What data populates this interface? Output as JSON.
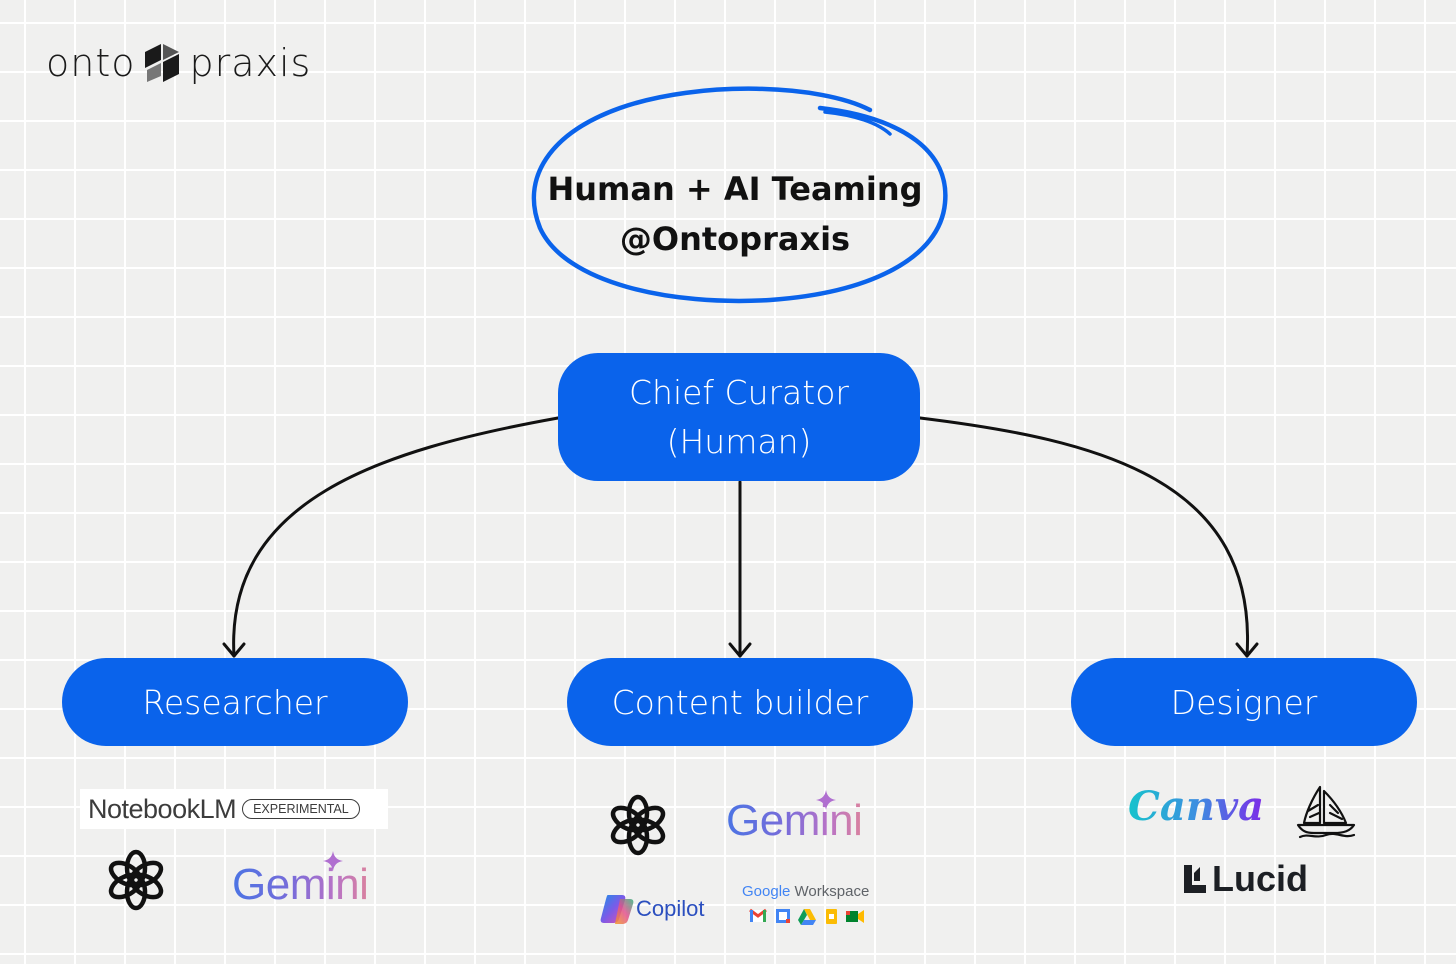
{
  "logo": {
    "left_text": "onto",
    "right_text": "praxis",
    "icon": "ontopraxis-cube-logo"
  },
  "title": {
    "line1": "Human + AI Teaming",
    "line2": "@Ontopraxis"
  },
  "nodes": {
    "chief": {
      "line1": "Chief Curator",
      "line2": "(Human)"
    },
    "researcher": "Researcher",
    "content_builder": "Content builder",
    "designer": "Designer"
  },
  "tools": {
    "researcher": {
      "notebooklm": {
        "name": "NotebookLM",
        "badge": "EXPERIMENTAL"
      },
      "chatgpt_icon": "openai-logo-icon",
      "gemini": "Gemini"
    },
    "content_builder": {
      "chatgpt_icon": "openai-logo-icon",
      "gemini": "Gemini",
      "copilot": "Copilot",
      "google_workspace": {
        "google": "Google",
        "workspace": "Workspace"
      }
    },
    "designer": {
      "canva": "Canva",
      "midjourney_icon": "midjourney-sailboat-icon",
      "lucid": "Lucid"
    }
  },
  "colors": {
    "accent_blue": "#0a63eb",
    "ellipse_blue": "#0a63eb",
    "connector": "#111111"
  }
}
